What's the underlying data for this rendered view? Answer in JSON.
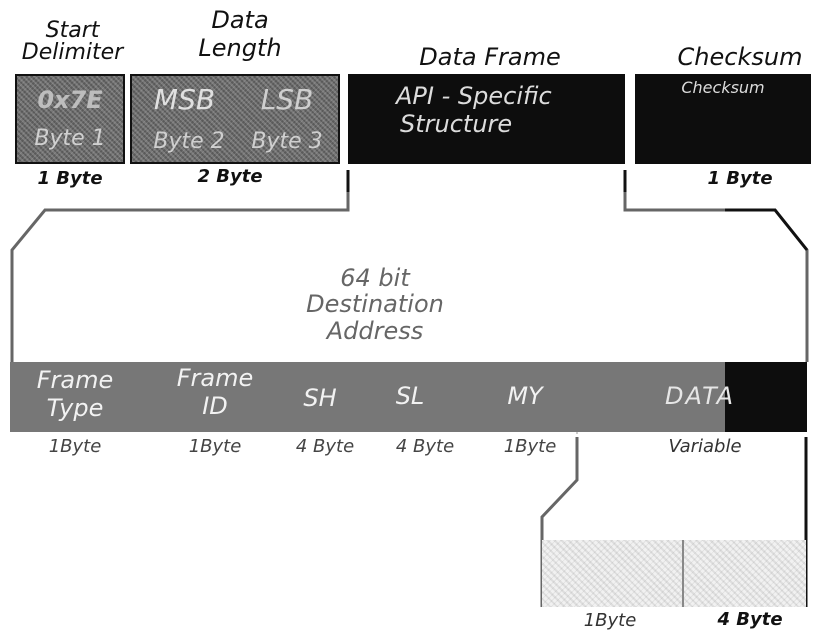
{
  "headers": {
    "start_delimiter": [
      "Start",
      "Delimiter"
    ],
    "data_length": [
      "Data",
      "Length"
    ],
    "data_frame": "Data Frame",
    "checksum": "Checksum"
  },
  "top_frame": {
    "start_box": {
      "top": "0x7E",
      "bottom": "Byte 1"
    },
    "length_box": {
      "msb": "MSB",
      "lsb": "LSB",
      "byte2": "Byte 2",
      "byte3": "Byte 3"
    },
    "api_box": [
      "API - Specific",
      "Structure"
    ],
    "checksum_box": "Checksum"
  },
  "top_sizes": {
    "start": "1 Byte",
    "length": "2 Byte",
    "checksum": "1 Byte"
  },
  "detail": {
    "dest_address": [
      "64 bit",
      "Destination",
      "Address"
    ],
    "fields": [
      {
        "label": [
          "Frame",
          "Type"
        ],
        "size": "1Byte"
      },
      {
        "label": [
          "Frame",
          "ID"
        ],
        "size": "1Byte"
      },
      {
        "label": [
          "SH"
        ],
        "size": "4 Byte"
      },
      {
        "label": [
          "SL"
        ],
        "size": "4 Byte"
      },
      {
        "label": [
          "MY"
        ],
        "size": "1Byte"
      },
      {
        "label": [
          "DATA"
        ],
        "size": "Variable"
      }
    ]
  },
  "bottom_sizes": {
    "left": "1Byte",
    "right": "4 Byte"
  },
  "colors": {
    "dark_box": "#0d0d0d",
    "field_band": "#777777",
    "white_text": "#e8e8e8"
  }
}
